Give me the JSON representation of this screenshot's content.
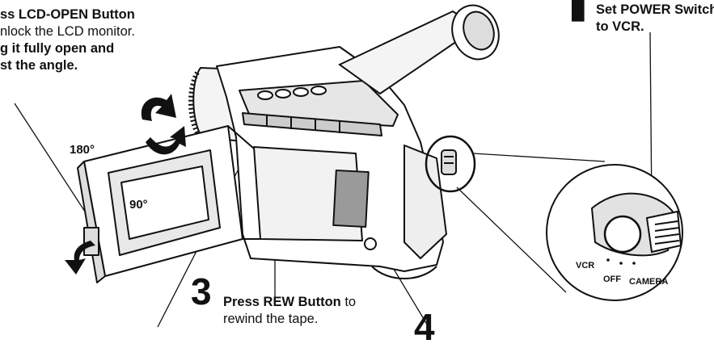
{
  "callout_lcd_open": {
    "line1_bold": "ss LCD-OPEN Button",
    "line2": "nlock the LCD monitor.",
    "line3_bold": "g it fully open and",
    "line4_bold": "st the angle."
  },
  "callout_power": {
    "marker": "█",
    "line1_bold": "Set POWER Switch",
    "line2_bold": "to VCR."
  },
  "callout_rew": {
    "step_number": "3",
    "bold_text": "Press REW Button",
    "text_after": " to",
    "line2": "rewind the tape."
  },
  "partial_step_number": "4",
  "rotation_labels": {
    "outer": "180°",
    "inner": "90°"
  },
  "switch_labels": {
    "vcr": "VCR",
    "off": "OFF",
    "camera": "CAMERA"
  }
}
